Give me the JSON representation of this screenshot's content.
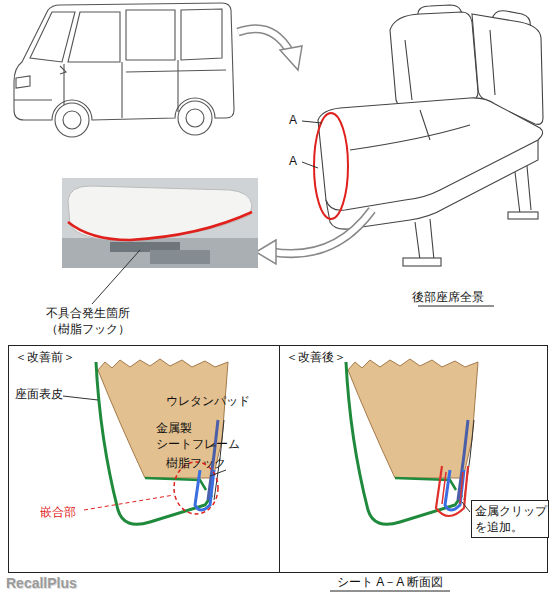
{
  "diagram": {
    "caption": "シート A－A 断面図",
    "nodes": [
      {
        "text": [
          "＜改善前＞"
        ]
      },
      {
        "text": [
          "＜改善後＞"
        ]
      },
      {
        "text": [
          "金属クリップ を追加。"
        ],
        "in": 1
      }
    ],
    "labels": [
      "A",
      "A",
      "後部座席全景",
      "不具合発生箇所 （樹脂フック）",
      "座面表皮",
      "ウレタンパッド",
      "金属製 シートフレーム",
      "樹脂フック",
      "嵌合部",
      "RecallPlus"
    ]
  }
}
